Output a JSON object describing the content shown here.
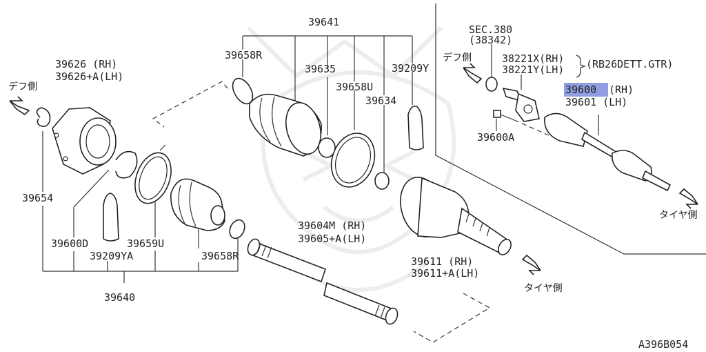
{
  "diagram_code": "A396B054",
  "highlight_color": "#8f9ee0",
  "direction_labels": {
    "diff_side": "デフ側",
    "tire_side": "タイヤ側"
  },
  "parts": {
    "p39641": "39641",
    "p39658R_top": "39658R",
    "p39635": "39635",
    "p39658U": "39658U",
    "p39209Y": "39209Y",
    "p39634": "39634",
    "p39626_rh": "39626  (RH)",
    "p39626_lh": "39626+A(LH)",
    "p39654": "39654",
    "p39600D": "39600D",
    "p39659U": "39659U",
    "p39209YA": "39209YA",
    "p39658R_bottom": "39658R",
    "p39640": "39640",
    "p39604_rh": "39604M (RH)",
    "p39605_lh": "39605+A(LH)",
    "p39611_rh": "39611  (RH)",
    "p39611_lh": "39611+A(LH)",
    "sec380": "SEC.380",
    "sec380_sub": "(38342)",
    "p38221x": "38221X(RH)",
    "p38221y": "38221Y(LH)",
    "engine_note": "(RB26DETT.GTR)",
    "p39600_rh_num": "39600",
    "p39600_rh_suffix": "(RH)",
    "p39601_lh": "39601 (LH)",
    "p39600A": "39600A"
  }
}
